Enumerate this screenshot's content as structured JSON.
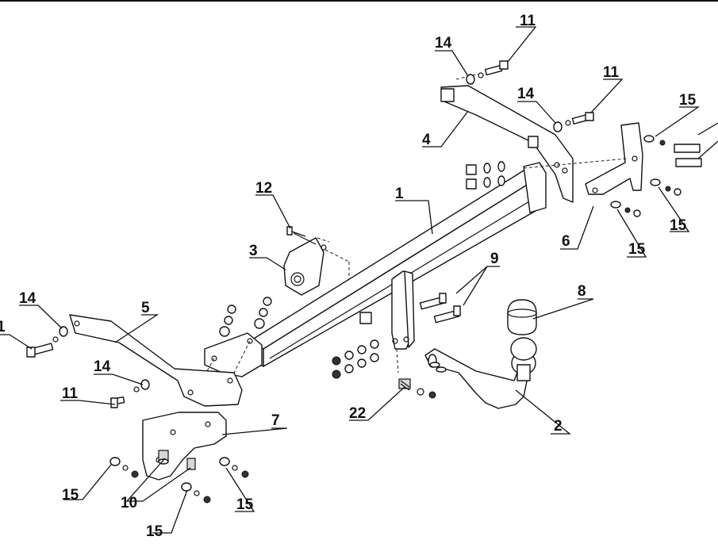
{
  "diagram": {
    "callouts": {
      "c1": "1",
      "c2": "2",
      "c3": "3",
      "c4": "4",
      "c5": "5",
      "c6": "6",
      "c7": "7",
      "c8": "8",
      "c9": "9",
      "c10": "10",
      "c11a": "11",
      "c11b": "11",
      "c11c": "11",
      "c11d": "1",
      "c12": "12",
      "c14a": "14",
      "c14b": "14",
      "c14c": "14",
      "c14d": "14",
      "c15a": "15",
      "c15b": "15",
      "c15c": "15",
      "c15d": "15",
      "c15e": "15",
      "c15f": "15",
      "c22": "22"
    }
  }
}
